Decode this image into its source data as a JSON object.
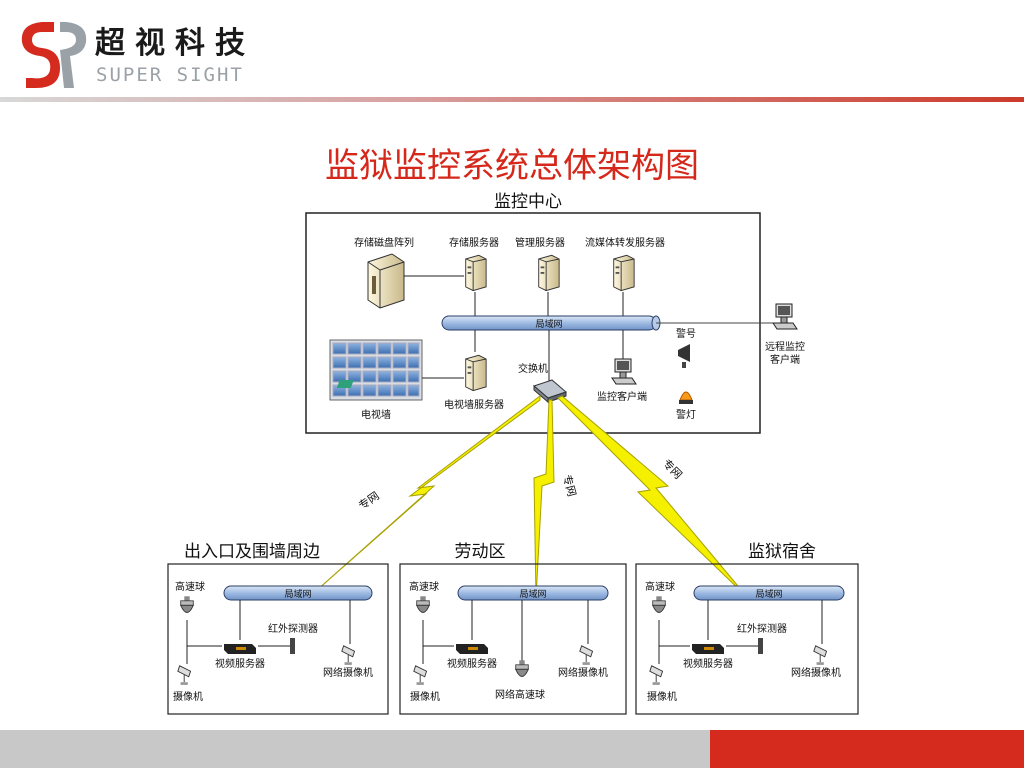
{
  "header": {
    "logo_cn": "超视科技",
    "logo_en": "SUPER SIGHT"
  },
  "title": "监狱监控系统总体架构图",
  "center": {
    "title": "监控中心",
    "storage_array": "存储磁盘阵列",
    "storage_server": "存储服务器",
    "mgmt_server": "管理服务器",
    "stream_server": "流媒体转发服务器",
    "lan": "局域网",
    "tv_wall": "电视墙",
    "tv_wall_server": "电视墙服务器",
    "switch": "交换机",
    "monitor_client": "监控客户端",
    "siren": "警号",
    "alarm_light": "警灯"
  },
  "remote_client": {
    "line1": "远程监控",
    "line2": "客户端"
  },
  "link_label": "专网",
  "sites": [
    {
      "title": "出入口及围墙周边",
      "lan": "局域网",
      "dome": "高速球",
      "ir": "红外探测器",
      "video_server": "视频服务器",
      "ip_camera": "网络摄像机",
      "camera": "摄像机"
    },
    {
      "title": "劳动区",
      "lan": "局域网",
      "dome": "高速球",
      "video_server": "视频服务器",
      "ip_camera": "网络摄像机",
      "camera": "摄像机",
      "net_dome": "网络高速球"
    },
    {
      "title": "监狱宿舍",
      "lan": "局域网",
      "dome": "高速球",
      "ir": "红外探测器",
      "video_server": "视频服务器",
      "ip_camera": "网络摄像机",
      "camera": "摄像机"
    }
  ],
  "colors": {
    "accent_red": "#d5281b",
    "lan_blue": "#a9c3e6",
    "bolt_yellow": "#f4f000"
  }
}
